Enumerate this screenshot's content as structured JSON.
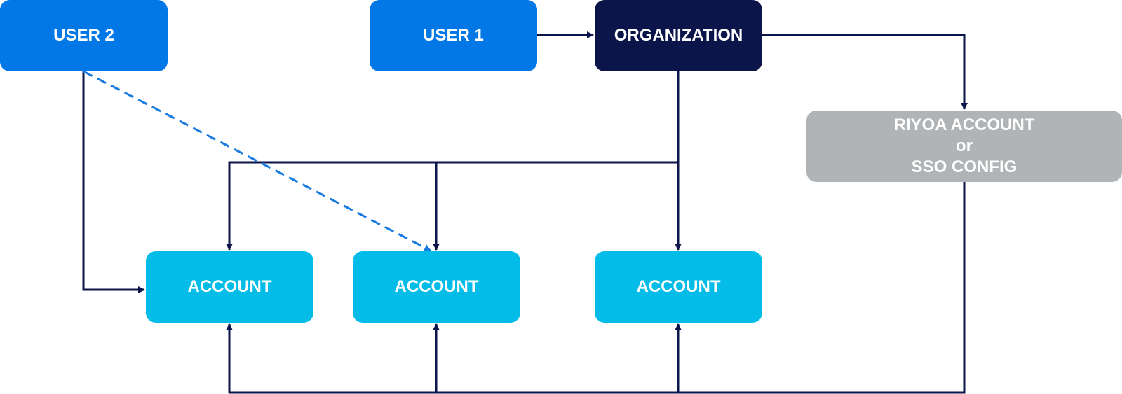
{
  "colors": {
    "user": "#0277e6",
    "organization": "#0b154a",
    "account": "#03bde8",
    "config": "#b1b4b6",
    "connector": "#0b154a",
    "dashed_connector": "#1a7be0"
  },
  "nodes": {
    "user2": {
      "label": "USER 2"
    },
    "user1": {
      "label": "USER 1"
    },
    "organization": {
      "label": "ORGANIZATION"
    },
    "riyoa": {
      "label": "RIYOA ACCOUNT\nor\nSSO CONFIG"
    },
    "account1": {
      "label": "ACCOUNT"
    },
    "account2": {
      "label": "ACCOUNT"
    },
    "account3": {
      "label": "ACCOUNT"
    }
  },
  "edges": [
    {
      "from": "user1",
      "to": "organization",
      "style": "solid"
    },
    {
      "from": "organization",
      "to": "riyoa",
      "style": "solid"
    },
    {
      "from": "organization",
      "to": "account1",
      "style": "solid"
    },
    {
      "from": "organization",
      "to": "account2",
      "style": "solid"
    },
    {
      "from": "organization",
      "to": "account3",
      "style": "solid"
    },
    {
      "from": "user2",
      "to": "account1",
      "style": "solid"
    },
    {
      "from": "user2",
      "to": "account2",
      "style": "dashed"
    },
    {
      "from": "riyoa",
      "to": "account1",
      "style": "solid"
    },
    {
      "from": "riyoa",
      "to": "account2",
      "style": "solid"
    },
    {
      "from": "riyoa",
      "to": "account3",
      "style": "solid"
    }
  ]
}
